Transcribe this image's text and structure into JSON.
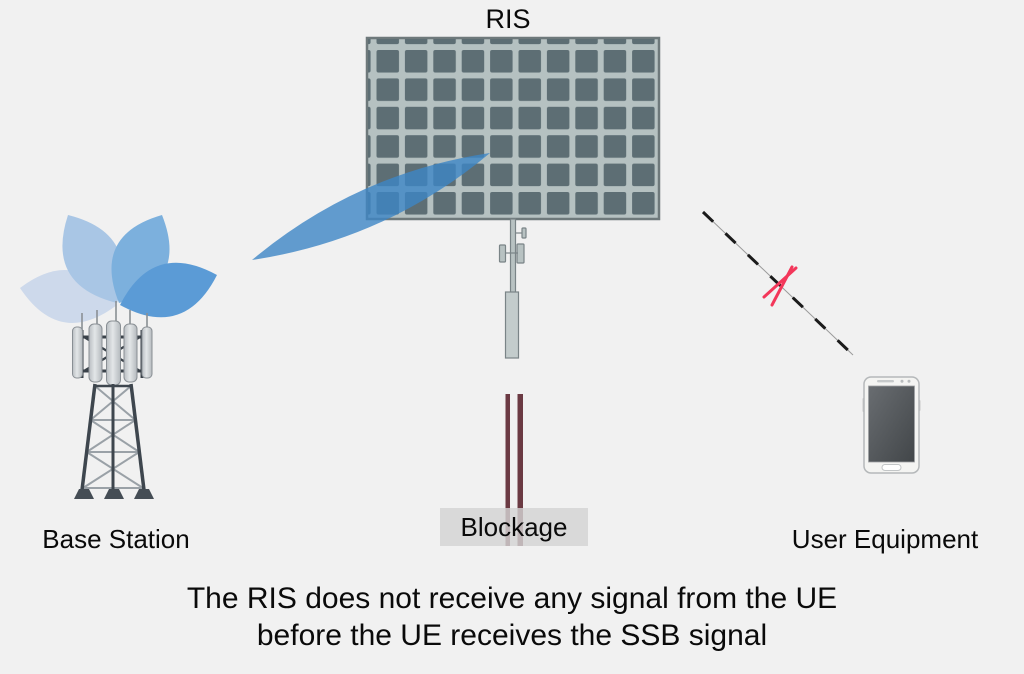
{
  "diagram": {
    "title_label": "RIS",
    "base_station_label": "Base Station",
    "user_equipment_label": "User Equipment",
    "blockage_label": "Blockage",
    "caption_line1": "The RIS does not receive any signal from the UE",
    "caption_line2": "before the UE receives the SSB signal",
    "colors": {
      "background": "#f1f1f1",
      "ris_panel": "#b5c1c1",
      "ris_panel_border": "#6e797b",
      "ris_cell": "#5d6e74",
      "beam_blue": "#3d86c6",
      "petal_blue_1": "#cdd9eb",
      "petal_blue_2": "#a9c6e5",
      "petal_blue_3": "#7cb0dd",
      "petal_blue_4": "#5b9bd6",
      "blockage_maroon": "#6b3a43",
      "blockage_box_gray": "#d9d9d9",
      "blocked_cross_red": "#f3375a",
      "dashed_link_black": "#1b1b1b",
      "text_black": "#0a0a0a"
    }
  }
}
